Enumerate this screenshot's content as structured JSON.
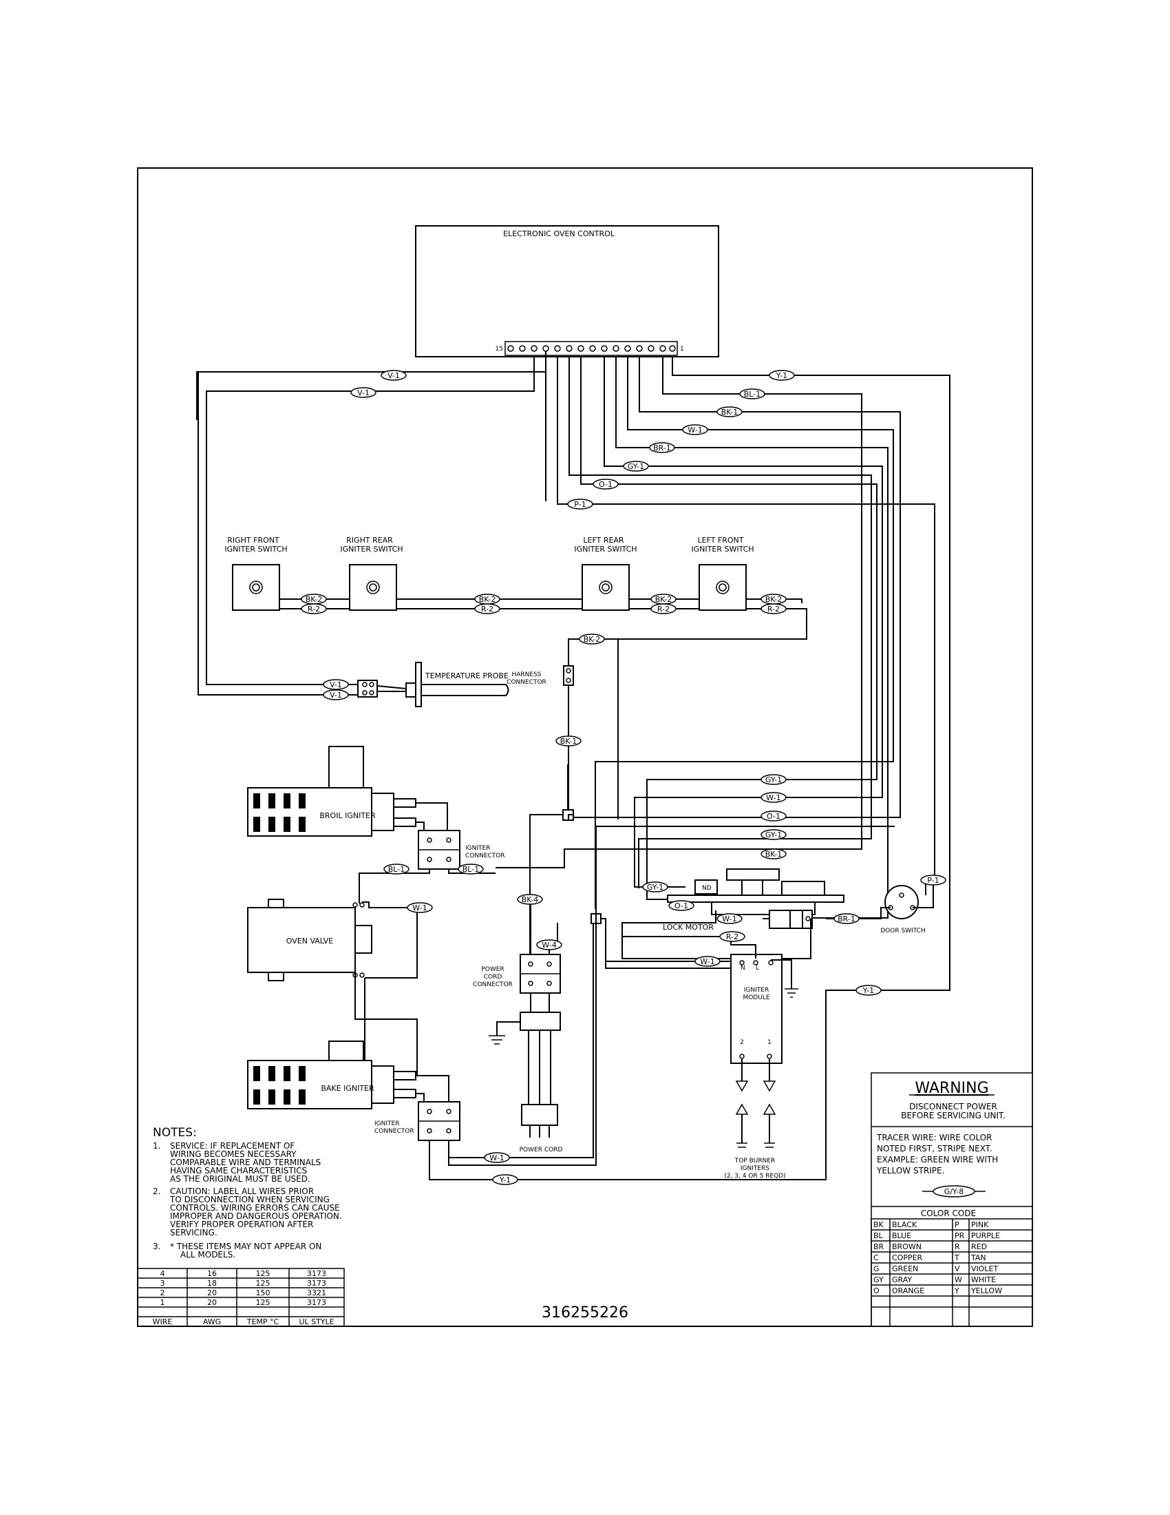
{
  "control": {
    "title": "ELECTRONIC OVEN CONTROL",
    "pin_first": "15",
    "pin_last": "1"
  },
  "switches": {
    "right_front": [
      "RIGHT FRONT",
      "IGNITER SWITCH"
    ],
    "right_rear": [
      "RIGHT REAR",
      "IGNITER SWITCH"
    ],
    "left_rear": [
      "LEFT REAR",
      "IGNITER SWITCH"
    ],
    "left_front": [
      "LEFT FRONT",
      "IGNITER SWITCH"
    ]
  },
  "components": {
    "harness_connector": [
      "HARNESS",
      "CONNECTOR"
    ],
    "temperature_probe": "TEMPERATURE PROBE",
    "broil_igniter": "BROIL IGNITER",
    "bake_igniter": "BAKE IGNITER",
    "igniter_connector": [
      "IGNITER",
      "CONNECTOR"
    ],
    "oven_valve": "OVEN VALVE",
    "power_cord_connector": [
      "POWER",
      "CORD",
      "CONNECTOR"
    ],
    "power_cord": "POWER CORD",
    "lock_motor": "LOCK MOTOR",
    "door_switch": "DOOR SWITCH",
    "igniter_module": [
      "IGNITER",
      "MODULE"
    ],
    "module_terminals": {
      "n": "N",
      "l": "L",
      "two": "2",
      "one": "1"
    },
    "top_burner": [
      "TOP BURNER",
      "IGNITERS",
      "(2, 3, 4 OR 5 REQD)"
    ],
    "nd": "ND"
  },
  "wire_tags": {
    "v1": "V-1",
    "y1": "Y-1",
    "bl1": "BL-1",
    "bk1": "BK-1",
    "w1": "W-1",
    "br1": "BR-1",
    "gy1": "GY-1",
    "o1": "O-1",
    "p1": "P-1",
    "bk2": "BK-2",
    "r2": "R-2",
    "bk4": "BK-4",
    "w4": "W-4"
  },
  "notes": {
    "heading": "NOTES:",
    "items": [
      {
        "num": "1.",
        "lines": [
          "SERVICE:   IF REPLACEMENT OF",
          "WIRING BECOMES NECESSARY",
          "COMPARABLE WIRE AND TERMINALS",
          "HAVING SAME CHARACTERISTICS",
          "AS THE ORIGINAL MUST BE USED."
        ]
      },
      {
        "num": "2.",
        "lines": [
          "CAUTION:   LABEL ALL WIRES PRIOR",
          "TO DISCONNECTION WHEN SERVICING",
          "CONTROLS.   WIRING ERRORS CAN CAUSE",
          "IMPROPER AND DANGEROUS OPERATION.",
          "VERIFY PROPER OPERATION AFTER",
          "SERVICING."
        ]
      },
      {
        "num": "3.",
        "lines": [
          "* THESE ITEMS MAY NOT APPEAR ON",
          "ALL MODELS."
        ]
      }
    ]
  },
  "wire_table": {
    "headers": [
      "WIRE",
      "AWG",
      "TEMP °C",
      "UL STYLE"
    ],
    "rows": [
      [
        "4",
        "16",
        "125",
        "3173"
      ],
      [
        "3",
        "18",
        "125",
        "3173"
      ],
      [
        "2",
        "20",
        "150",
        "3321"
      ],
      [
        "1",
        "20",
        "125",
        "3173"
      ]
    ]
  },
  "part_number": "316255226",
  "warning": {
    "title": "WARNING",
    "lines": [
      "DISCONNECT POWER",
      "BEFORE SERVICING UNIT."
    ],
    "tracer": [
      "TRACER WIRE:   WIRE COLOR",
      "NOTED FIRST, STRIPE NEXT.",
      "EXAMPLE:   GREEN WIRE WITH",
      "YELLOW STRIPE."
    ],
    "example_tag": "G/Y-8"
  },
  "color_code": {
    "title": "COLOR CODE",
    "rows": [
      [
        "BK",
        "BLACK",
        "P",
        "PINK"
      ],
      [
        "BL",
        "BLUE",
        "PR",
        "PURPLE"
      ],
      [
        "BR",
        "BROWN",
        "R",
        "RED"
      ],
      [
        "C",
        "COPPER",
        "T",
        "TAN"
      ],
      [
        "G",
        "GREEN",
        "V",
        "VIOLET"
      ],
      [
        "GY",
        "GRAY",
        "W",
        "WHITE"
      ],
      [
        "O",
        "ORANGE",
        "Y",
        "YELLOW"
      ]
    ]
  }
}
